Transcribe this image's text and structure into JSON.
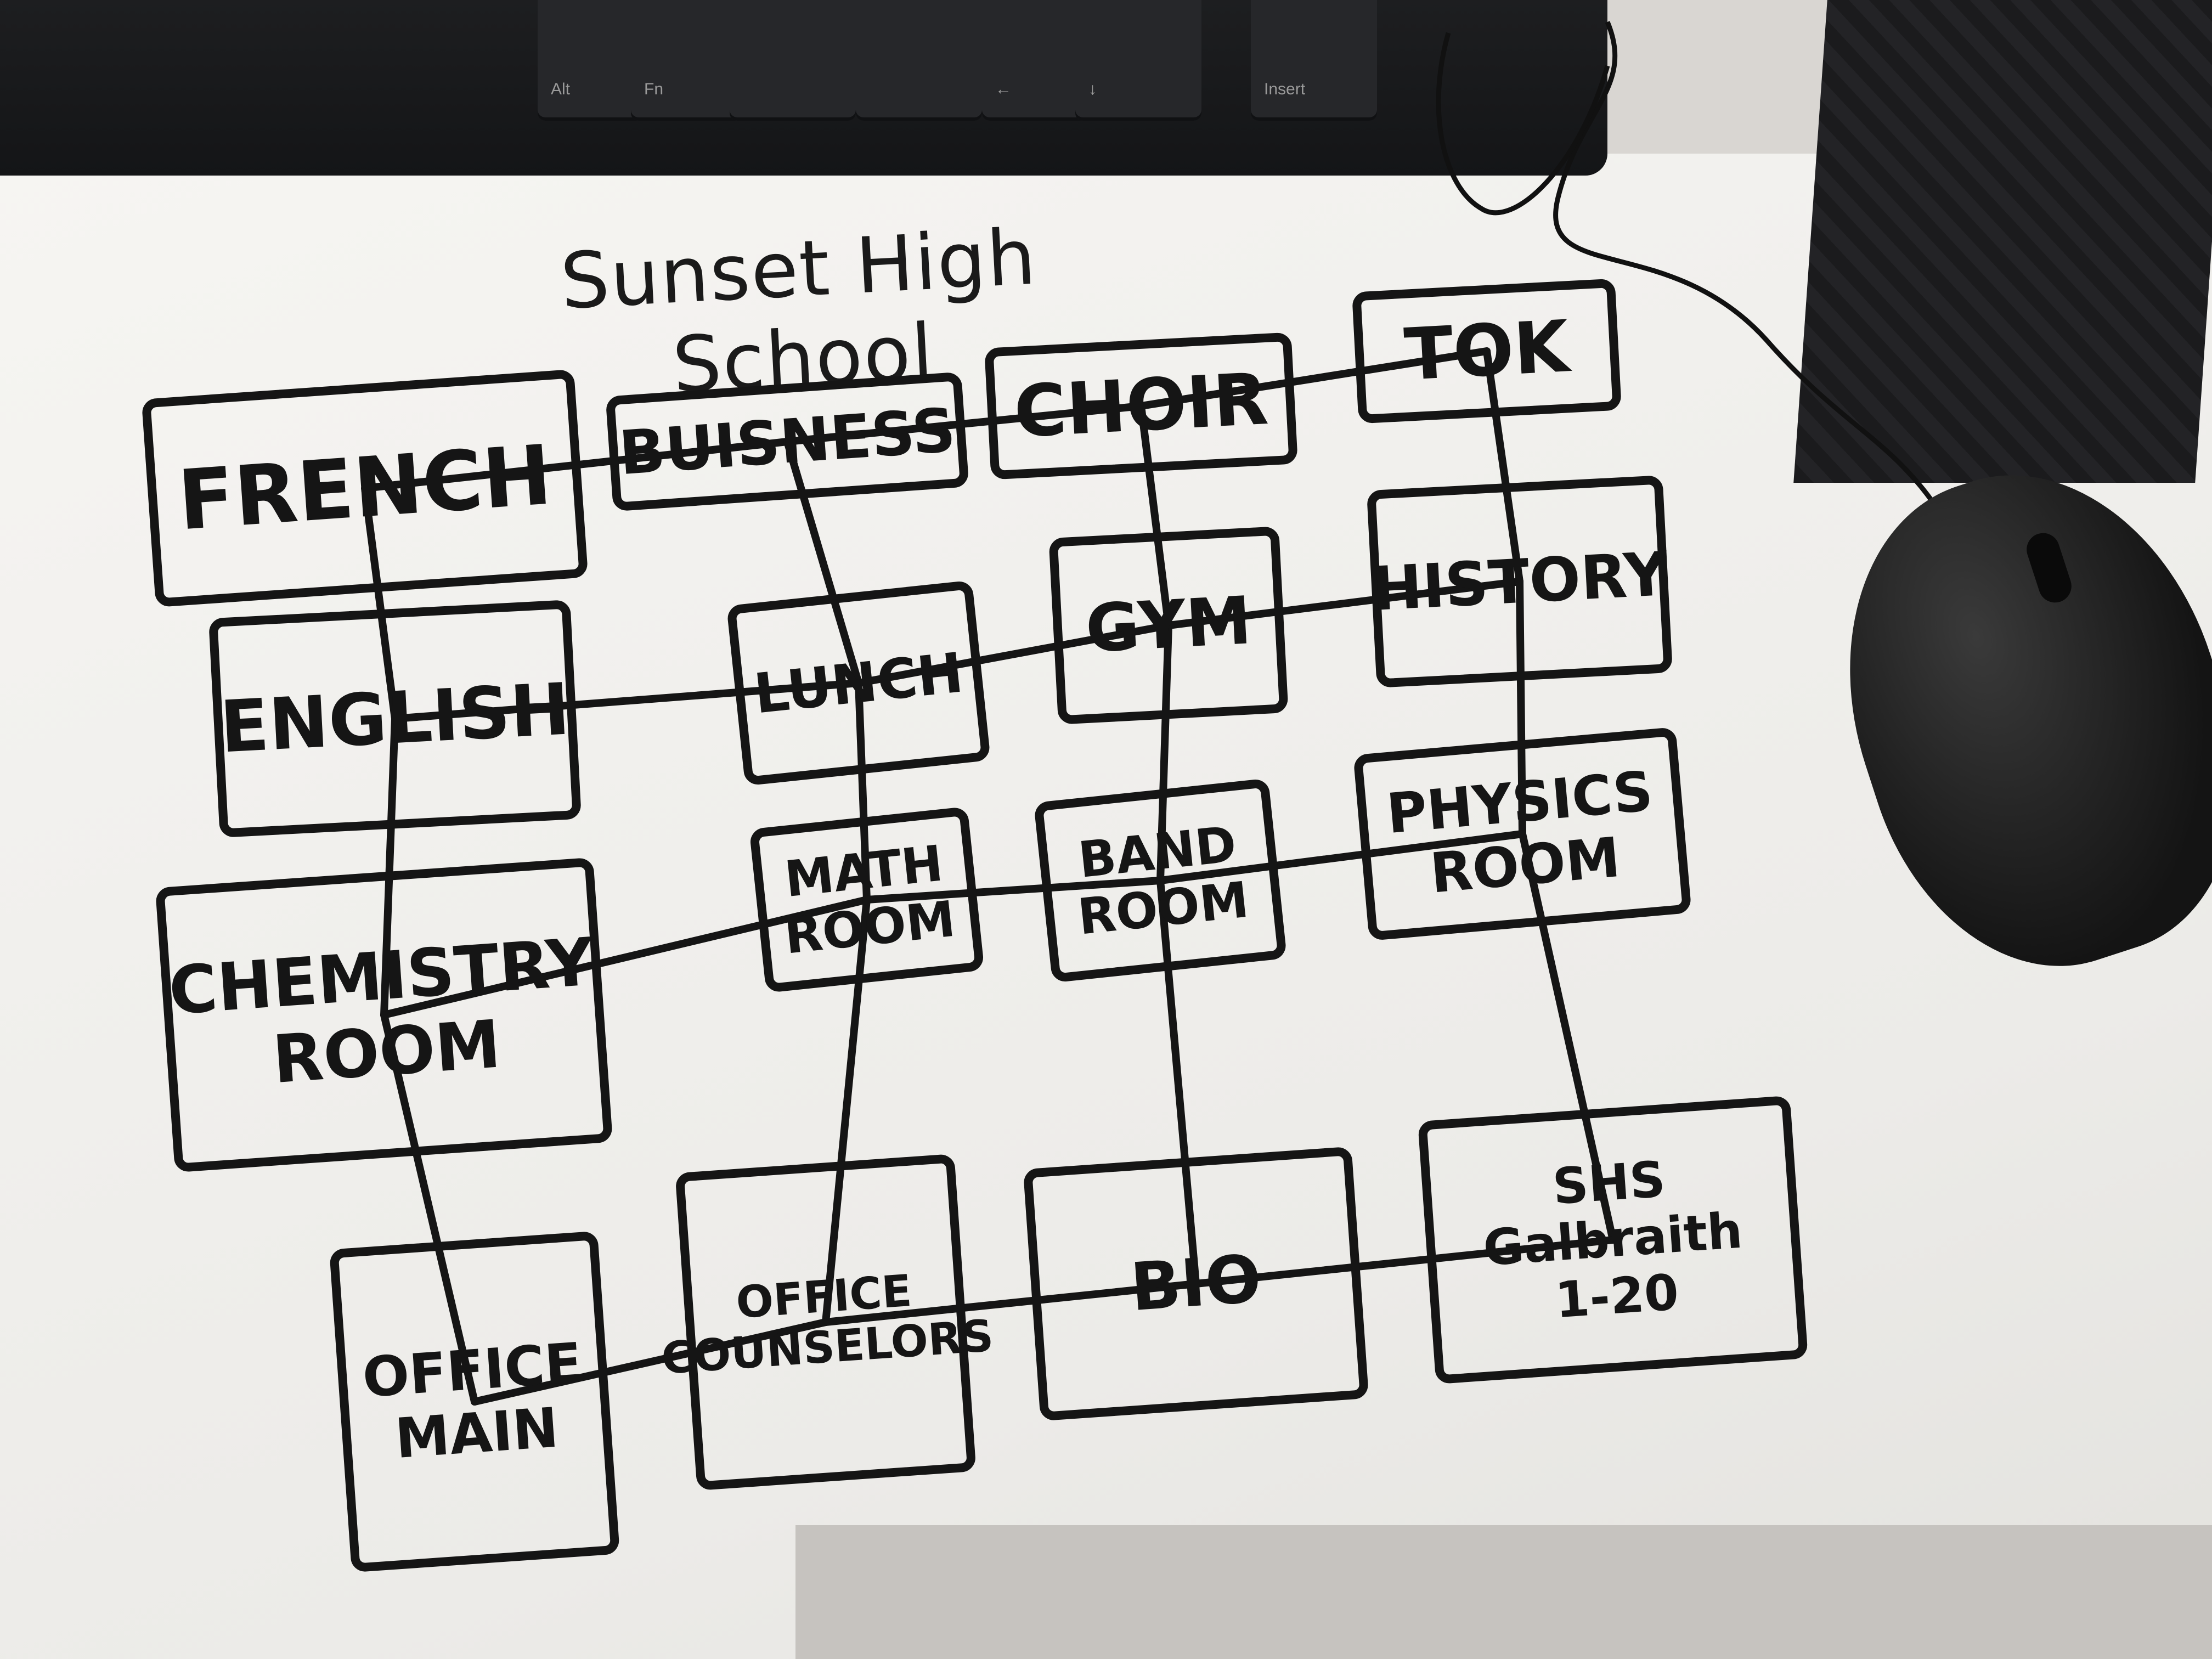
{
  "keyboard_keys": [
    {
      "label": "Alt"
    },
    {
      "label": "Fn"
    },
    {
      "label": ""
    },
    {
      "label": ""
    },
    {
      "label": "←"
    },
    {
      "label": "↓"
    },
    {
      "label": "Insert"
    }
  ],
  "diagram": {
    "title": "Sunset High School",
    "nodes": [
      {
        "id": "french",
        "lines": [
          "FRENCH"
        ]
      },
      {
        "id": "buisness",
        "lines": [
          "BUISNESS"
        ]
      },
      {
        "id": "choir",
        "lines": [
          "CHOIR"
        ]
      },
      {
        "id": "tok",
        "lines": [
          "TOK"
        ]
      },
      {
        "id": "english",
        "lines": [
          "ENGLISH"
        ]
      },
      {
        "id": "lunch",
        "lines": [
          "LUNCH"
        ]
      },
      {
        "id": "gym",
        "lines": [
          "GYM"
        ]
      },
      {
        "id": "history",
        "lines": [
          "HISTORY"
        ]
      },
      {
        "id": "chemistry",
        "lines": [
          "CHEMISTRY",
          "ROOM"
        ]
      },
      {
        "id": "math",
        "lines": [
          "MATH",
          "ROOM"
        ]
      },
      {
        "id": "band",
        "lines": [
          "BAND",
          "ROOM"
        ]
      },
      {
        "id": "physics",
        "lines": [
          "PHYSICS",
          "ROOM"
        ]
      },
      {
        "id": "office_main",
        "lines": [
          "OFFICE",
          "MAIN"
        ]
      },
      {
        "id": "office_counselors",
        "lines": [
          "OFFICE",
          "COUNSELORS"
        ]
      },
      {
        "id": "bio",
        "lines": [
          "BIO"
        ]
      },
      {
        "id": "shs",
        "lines": [
          "SHS Galbraith",
          "1-20"
        ]
      }
    ],
    "edges": [
      [
        "french",
        "buisness"
      ],
      [
        "buisness",
        "choir"
      ],
      [
        "choir",
        "tok"
      ],
      [
        "french",
        "english"
      ],
      [
        "buisness",
        "lunch"
      ],
      [
        "choir",
        "gym"
      ],
      [
        "tok",
        "history"
      ],
      [
        "english",
        "lunch"
      ],
      [
        "lunch",
        "gym"
      ],
      [
        "gym",
        "history"
      ],
      [
        "english",
        "chemistry"
      ],
      [
        "lunch",
        "math"
      ],
      [
        "gym",
        "band"
      ],
      [
        "history",
        "physics"
      ],
      [
        "chemistry",
        "math"
      ],
      [
        "math",
        "band"
      ],
      [
        "band",
        "physics"
      ],
      [
        "chemistry",
        "office_main"
      ],
      [
        "math",
        "office_counselors"
      ],
      [
        "band",
        "bio"
      ],
      [
        "physics",
        "shs"
      ],
      [
        "office_main",
        "office_counselors"
      ],
      [
        "office_counselors",
        "bio"
      ],
      [
        "bio",
        "shs"
      ]
    ]
  }
}
